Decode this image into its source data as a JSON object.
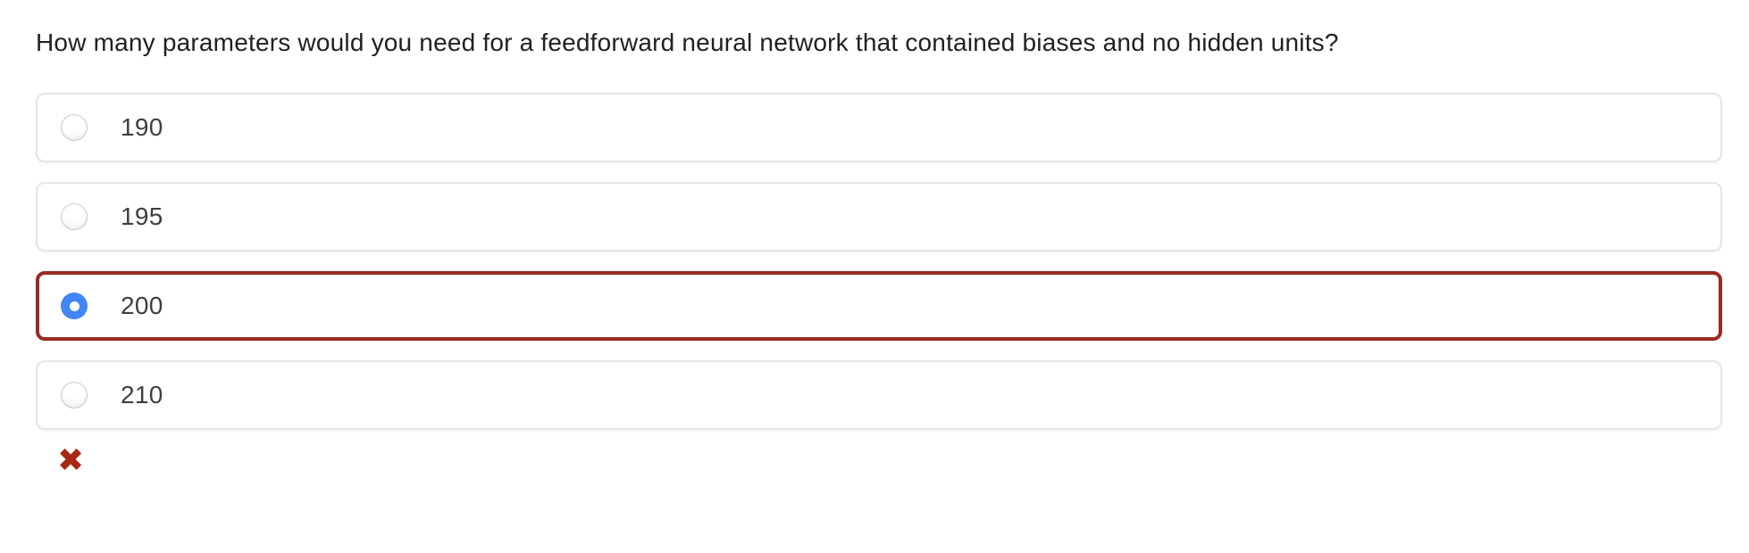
{
  "question": {
    "text": "How many parameters would you need for a feedforward neural network that contained biases and no hidden units?"
  },
  "options": [
    {
      "label": "190",
      "selected": false,
      "state": "default"
    },
    {
      "label": "195",
      "selected": false,
      "state": "default"
    },
    {
      "label": "200",
      "selected": true,
      "state": "incorrect"
    },
    {
      "label": "210",
      "selected": false,
      "state": "default"
    }
  ],
  "feedback": {
    "result": "incorrect",
    "icon": "incorrect-x-icon",
    "icon_glyph": "✖"
  },
  "colors": {
    "error_red_border": "#9a2b20",
    "error_red_icon": "#a52714",
    "selected_radio_blue": "#4285f4",
    "option_border_gray": "#e4e5e8",
    "question_text": "#202124",
    "option_text": "#3c4043"
  }
}
